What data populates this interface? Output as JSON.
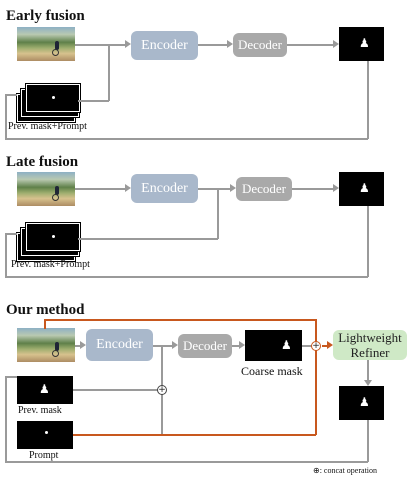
{
  "sections": {
    "early": {
      "title": "Early fusion",
      "inputs_label": "Prev. mask+Prompt"
    },
    "late": {
      "title": "Late fusion",
      "inputs_label": "Prev. mask+Prompt"
    },
    "ours": {
      "title": "Our method",
      "prev_mask_label": "Prev. mask",
      "prompt_label": "Prompt",
      "coarse_mask_label": "Coarse mask"
    }
  },
  "blocks": {
    "encoder": "Encoder",
    "decoder": "Decoder",
    "refiner": "Lightweight Refiner"
  },
  "legend": {
    "symbol": "⊕",
    "text": ": concat operation"
  },
  "colors": {
    "encoder": "#a9b8cb",
    "decoder": "#a9a9a9",
    "refiner": "#cfe9c6",
    "orange_path": "#c8581e",
    "gray_path": "#9a9a9a"
  }
}
